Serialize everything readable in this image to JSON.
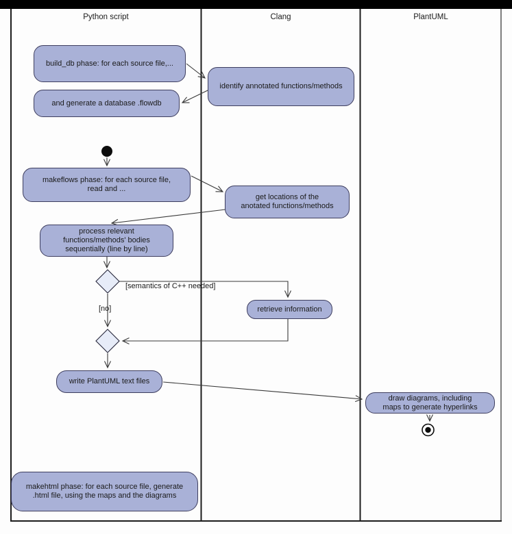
{
  "lanes": [
    {
      "label": "Python script"
    },
    {
      "label": "Clang"
    },
    {
      "label": "PlantUML"
    }
  ],
  "nodes": {
    "build_db": {
      "lines": [
        "build_db phase: for each source file,..."
      ]
    },
    "identify": {
      "lines": [
        "identify annotated functions/methods"
      ]
    },
    "generate_db": {
      "lines": [
        "and generate a database .flowdb"
      ]
    },
    "makeflows": {
      "lines": [
        "makeflows phase: for each source file,",
        "read and ..."
      ]
    },
    "get_locations": {
      "lines": [
        "get locations of the",
        "anotated functions/methods"
      ]
    },
    "process": {
      "lines": [
        "process relevant",
        "functions/methods' bodies",
        "sequentially (line by line)"
      ]
    },
    "retrieve": {
      "lines": [
        "retrieve information"
      ]
    },
    "write_files": {
      "lines": [
        "write PlantUML text files"
      ]
    },
    "draw_diagrams": {
      "lines": [
        "draw diagrams, including",
        "maps to generate hyperlinks"
      ]
    },
    "makehtml": {
      "lines": [
        "makehtml phase: for each source file, generate",
        ".html file, using the maps and the diagrams"
      ]
    }
  },
  "guards": {
    "semantics": "[semantics of C++ needed]",
    "no": "[no]"
  },
  "colors": {
    "bg": "#fdfdfd",
    "bar": "#000000",
    "node_fill": "#a9b1d7",
    "node_border": "#3d3d5e",
    "diamond_fill": "#e7ecf8",
    "line_color": "#383838",
    "lane_border": "#1c1c1c",
    "right_border": "#7d7d7d",
    "text": "#1a1a1a"
  }
}
